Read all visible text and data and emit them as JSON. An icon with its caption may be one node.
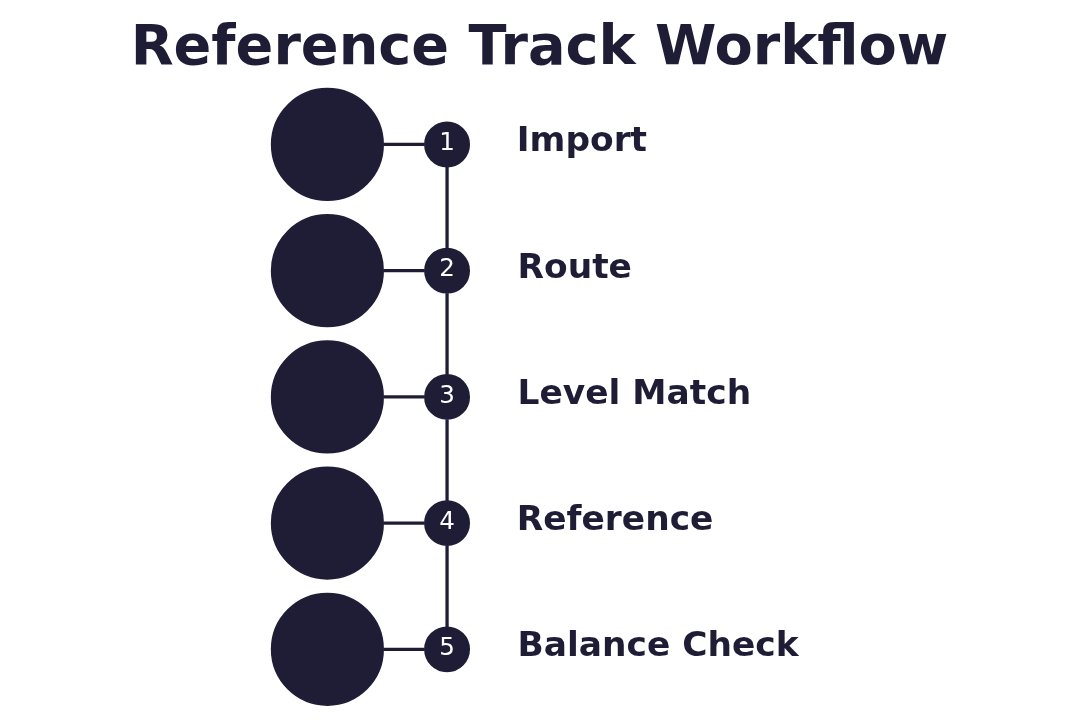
{
  "diagram": {
    "title": "Reference Track Workflow",
    "nodes": [
      {
        "text": [],
        "shape": "circle"
      },
      {
        "text": [
          "1"
        ],
        "beside": [
          "Import"
        ]
      },
      {
        "text": [],
        "shape": "circle"
      },
      {
        "text": [
          "2"
        ],
        "beside": [
          "Route"
        ]
      },
      {
        "text": [],
        "shape": "circle"
      },
      {
        "text": [
          "3"
        ],
        "beside": [
          "Level Match"
        ]
      },
      {
        "text": [],
        "shape": "circle"
      },
      {
        "text": [
          "4"
        ],
        "beside": [
          "Reference"
        ]
      },
      {
        "text": [],
        "shape": "circle"
      },
      {
        "text": [
          "5"
        ],
        "beside": [
          "Balance Check"
        ]
      }
    ],
    "edges": [
      {
        "from": 0,
        "to": 1,
        "arrow": "none"
      },
      {
        "from": 1,
        "to": 3,
        "arrow": "none"
      },
      {
        "from": 2,
        "to": 3,
        "arrow": "none"
      },
      {
        "from": 3,
        "to": 5,
        "arrow": "none"
      },
      {
        "from": 4,
        "to": 5,
        "arrow": "none"
      },
      {
        "from": 5,
        "to": 7,
        "arrow": "none"
      },
      {
        "from": 6,
        "to": 7,
        "arrow": "none"
      },
      {
        "from": 7,
        "to": 9,
        "arrow": "none"
      },
      {
        "from": 8,
        "to": 9,
        "arrow": "none"
      }
    ]
  }
}
